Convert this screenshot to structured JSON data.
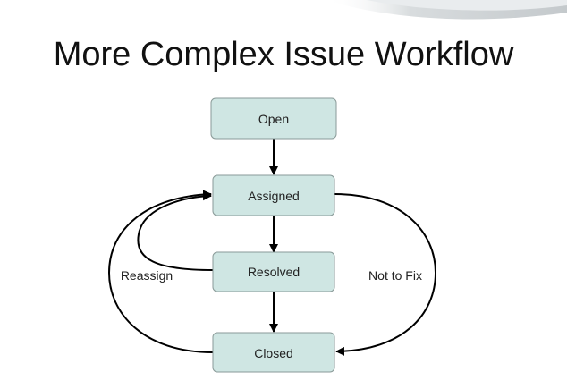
{
  "slide": {
    "title": "More Complex Issue Workflow"
  },
  "colors": {
    "node_fill": "#cfe6e3",
    "node_stroke": "#8a9a98",
    "edge": "#000000",
    "text": "#222222",
    "swoosh": "#cfd3d5"
  },
  "nodes": [
    {
      "id": "open",
      "label": "Open"
    },
    {
      "id": "assigned",
      "label": "Assigned"
    },
    {
      "id": "resolved",
      "label": "Resolved"
    },
    {
      "id": "closed",
      "label": "Closed"
    }
  ],
  "edges": [
    {
      "from": "open",
      "to": "assigned",
      "label": ""
    },
    {
      "from": "assigned",
      "to": "resolved",
      "label": ""
    },
    {
      "from": "resolved",
      "to": "closed",
      "label": ""
    },
    {
      "from": "resolved",
      "to": "assigned",
      "label": ""
    },
    {
      "from": "closed",
      "to": "assigned",
      "label": "Reassign"
    },
    {
      "from": "assigned",
      "to": "closed",
      "label": "Not to Fix"
    }
  ],
  "edge_labels": {
    "reassign": "Reassign",
    "not_to_fix": "Not to Fix"
  }
}
